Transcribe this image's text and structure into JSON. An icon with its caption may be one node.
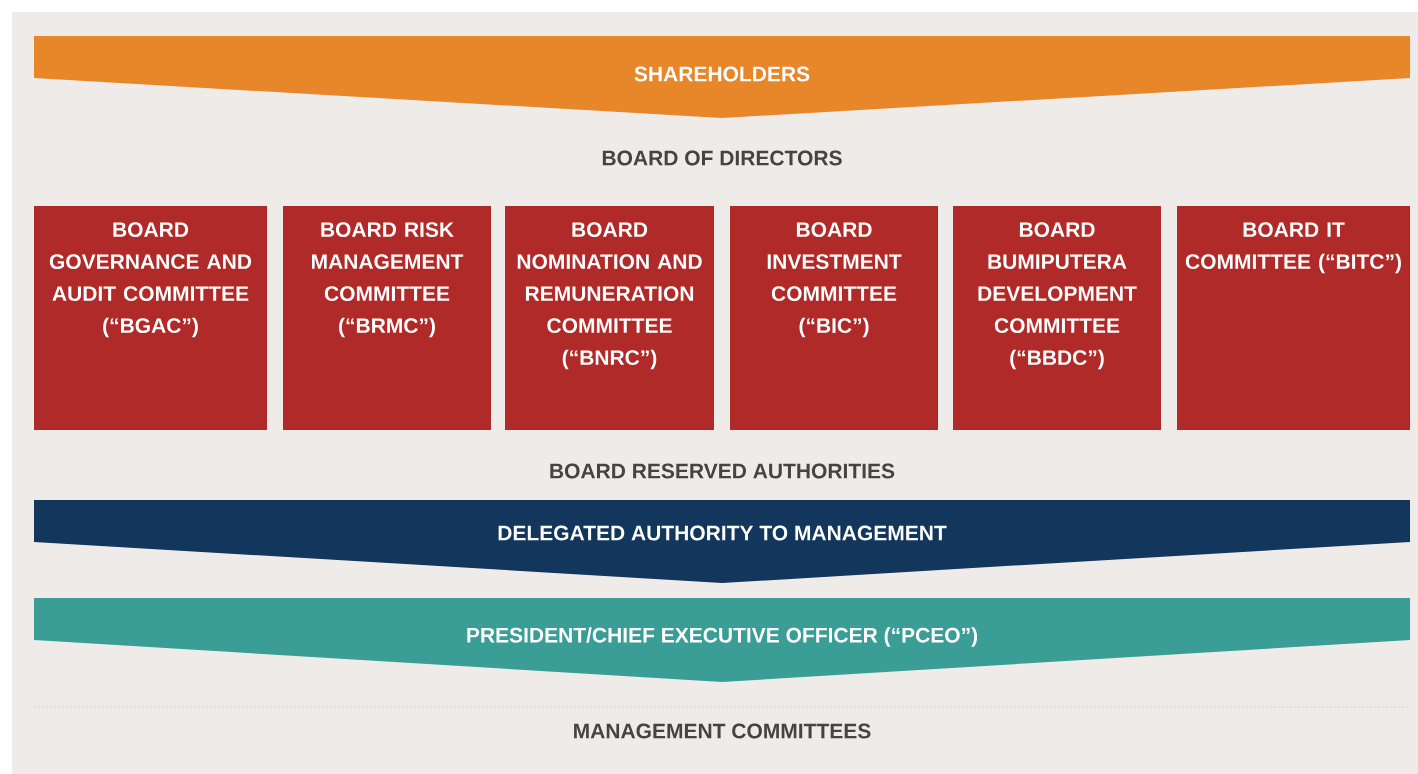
{
  "diagram": {
    "nodes": [
      {
        "text": [
          "SHAREHOLDERS"
        ]
      },
      {
        "text": [
          "BOARD GOVERNANCE AND AUDIT COMMITTEE (“BGAC”)"
        ]
      },
      {
        "text": [
          "BOARD RISK MANAGEMENT COMMITTEE (“BRMC”)"
        ]
      },
      {
        "text": [
          "BOARD NOMINATION AND REMUNERATION COMMITTEE (“BNRC”)"
        ]
      },
      {
        "text": [
          "BOARD INVESTMENT COMMITTEE (“BIC”)"
        ]
      },
      {
        "text": [
          "BOARD BUMIPUTERA DEVELOPMENT COMMITTEE (“BBDC”)"
        ]
      },
      {
        "text": [
          "BOARD IT COMMITTEE (“BITC”)"
        ]
      },
      {
        "text": [
          "DELEGATED AUTHORITY TO MANAGEMENT"
        ]
      },
      {
        "text": [
          "PRESIDENT/CHIEF EXECUTIVE OFFICER (“PCEO”)"
        ]
      }
    ],
    "labels": [
      "BOARD OF DIRECTORS",
      "BOARD RESERVED AUTHORITIES",
      "MANAGEMENT COMMITTEES"
    ]
  }
}
